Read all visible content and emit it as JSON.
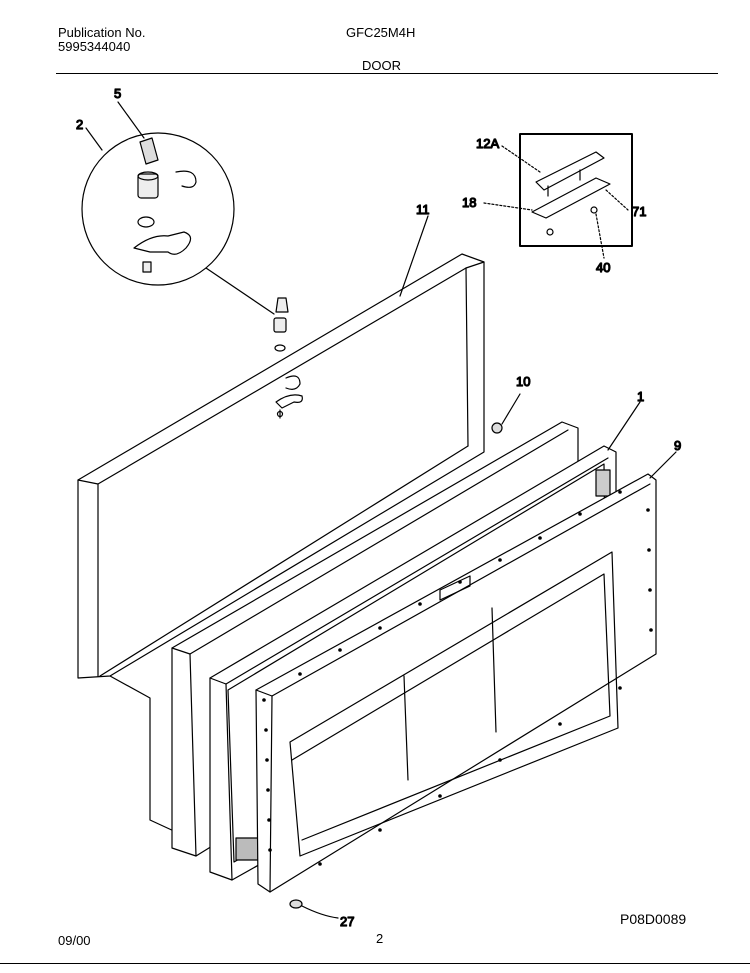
{
  "header": {
    "publication_label": "Publication No.",
    "publication_number": "5995344040",
    "model": "GFC25M4H",
    "section_title": "DOOR"
  },
  "callouts": {
    "c1": "1",
    "c2": "2",
    "c5": "5",
    "c9": "9",
    "c10": "10",
    "c11": "11",
    "c12a": "12A",
    "c18": "18",
    "c27": "27",
    "c40": "40",
    "c71": "71"
  },
  "footer": {
    "date": "09/00",
    "page": "2",
    "drawing_code": "P08D0089"
  }
}
